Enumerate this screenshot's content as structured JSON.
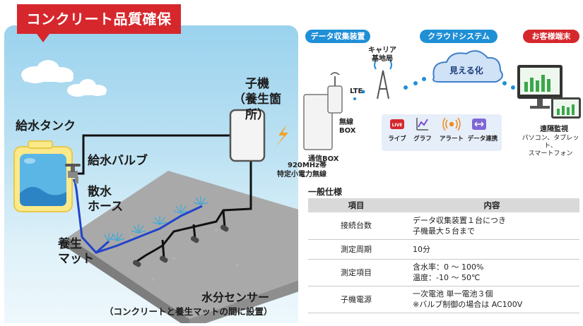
{
  "title": "コンクリート品質確保",
  "scene": {
    "child_unit": [
      "子機",
      "（養生箇所）"
    ],
    "water_tank": "給水タンク",
    "water_valve": "給水バルブ",
    "sprinkler_hose": [
      "散水",
      "ホース"
    ],
    "curing_mat": [
      "養生",
      "マット"
    ],
    "moisture_sensor": "水分センサー",
    "sensor_note": "（コンクリートと養生マットの間に設置）",
    "radio_band": [
      "920MHz帯",
      "特定小電力無線"
    ]
  },
  "system": {
    "collector": "データ収集装置",
    "cloud_system": "クラウドシステム",
    "customer": "お客様端末",
    "carrier": [
      "キャリア",
      "基地局"
    ],
    "lte": "LTE",
    "wireless_box": [
      "無線",
      "BOX"
    ],
    "comm_box": "通信BOX",
    "visualize": "見える化",
    "remote_monitor": "遠隔監視",
    "devices": [
      "パソコン、タブレット、",
      "スマートフォン"
    ],
    "live_badge": "LIVE",
    "features": [
      "ライブ",
      "グラフ",
      "アラート",
      "データ連携"
    ]
  },
  "spec": {
    "heading": "一般仕様",
    "columns": [
      "項目",
      "内容"
    ],
    "rows": [
      {
        "item": "接続台数",
        "content": [
          "データ収集装置１台につき",
          "子機最大５台まで"
        ]
      },
      {
        "item": "測定周期",
        "content": [
          "10分"
        ]
      },
      {
        "item": "測定項目",
        "content": [
          "含水率：0 〜 100%",
          "温度：-10 〜 50℃"
        ]
      },
      {
        "item": "子機電源",
        "content": [
          "一次電池 単一電池３個",
          "※バルブ制御の場合は AC100V"
        ]
      }
    ]
  },
  "colors": {
    "brand_red": "#d6272d",
    "accent_blue": "#1f8fd6",
    "sky": "#9ad2ee"
  }
}
